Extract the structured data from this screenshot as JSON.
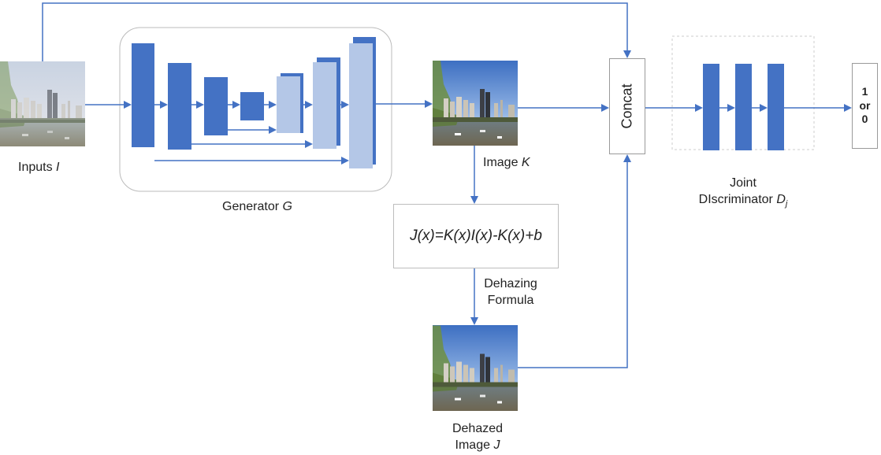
{
  "labels": {
    "inputs": "Inputs",
    "inputs_var": "I",
    "generator": "Generator",
    "generator_var": "G",
    "image_k": "Image",
    "image_k_var": "K",
    "dehazing_line1": "Dehazing",
    "dehazing_line2": "Formula",
    "dehazed_line1": "Dehazed",
    "dehazed_line2": "Image",
    "dehazed_var": "J",
    "discriminator_line1": "Joint",
    "discriminator_line2": "DIscriminator",
    "discriminator_var": "D",
    "discriminator_sub": "j",
    "concat": "Concat",
    "formula": "J(x)=K(x)I(x)-K(x)+b",
    "output_line1": "1",
    "output_line2": "or",
    "output_line3": "0"
  },
  "colors": {
    "dark_block": "#4472C4",
    "light_block": "#B4C7E7",
    "arrow": "#4472C4",
    "rounded_border": "#BBBBBB",
    "dashed_border": "#CCCCCC"
  },
  "icons": {
    "input_photo": "hazy-city-lake-photo",
    "image_k_photo": "transmission-city-lake-photo",
    "dehazed_photo": "clear-city-lake-photo"
  }
}
